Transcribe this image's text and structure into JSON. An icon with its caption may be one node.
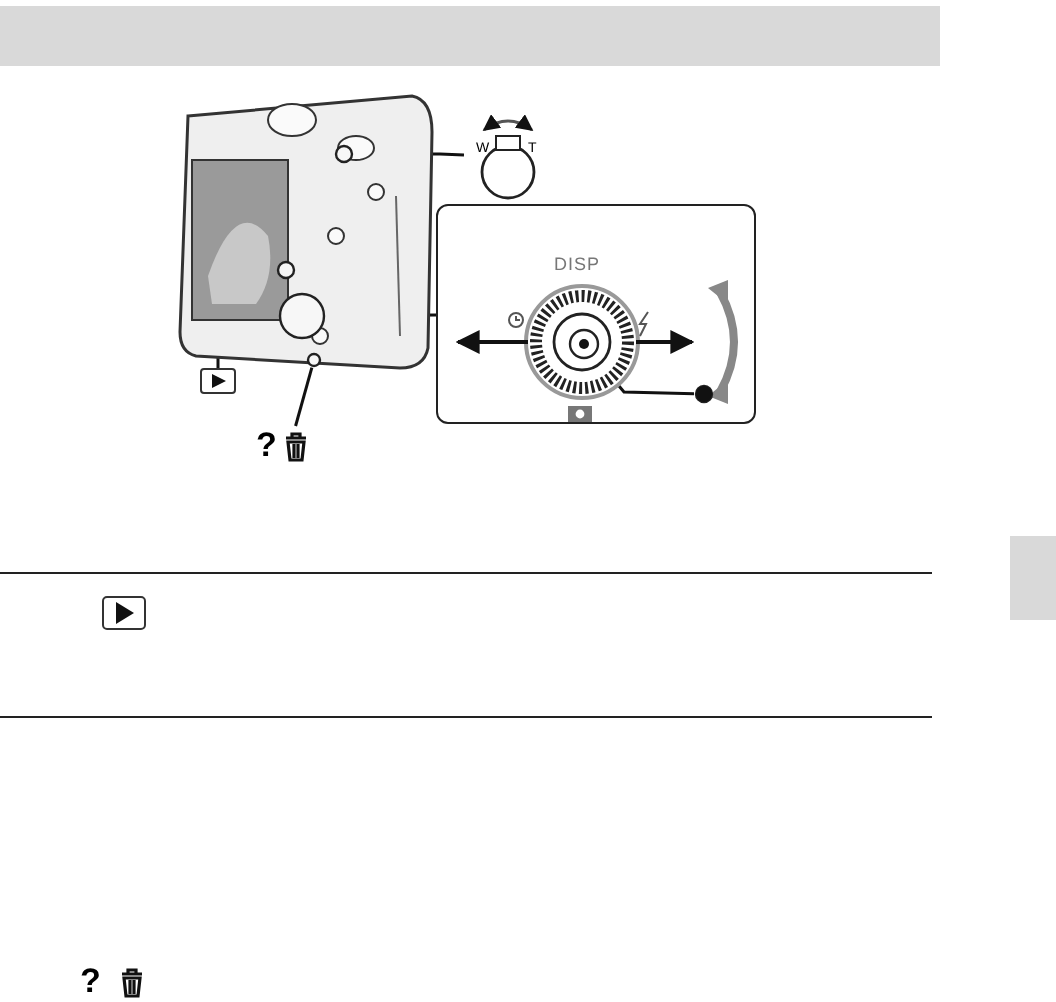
{
  "diagram": {
    "nodes": [
      {
        "text": [],
        "shape": "picture"
      },
      {
        "text": [
          "W",
          "T"
        ]
      },
      {
        "text": [
          "DISP"
        ]
      },
      {
        "text": [],
        "shape": "box"
      },
      {
        "text": [
          "?"
        ]
      },
      {
        "text": [],
        "shape": "circle",
        "in": 2
      },
      {
        "text": [],
        "shape": "circle",
        "in": 0
      },
      {
        "text": [],
        "shape": "circle",
        "in": 0
      },
      {
        "text": [],
        "shape": "circle",
        "in": 0
      },
      {
        "text": [],
        "shape": "circle",
        "in": 0
      },
      {
        "text": [],
        "shape": "circle",
        "in": 2
      }
    ],
    "edges": [
      {
        "from": 6,
        "to": 1,
        "arrow": "none"
      },
      {
        "from": 8,
        "to": 2,
        "arrow": "none"
      },
      {
        "from": 3,
        "to": 7,
        "arrow": "none"
      },
      {
        "from": 4,
        "to": 9,
        "arrow": "none"
      },
      {
        "from": 5,
        "to": 10,
        "arrow": "none"
      }
    ],
    "labels": [
      "?"
    ]
  }
}
